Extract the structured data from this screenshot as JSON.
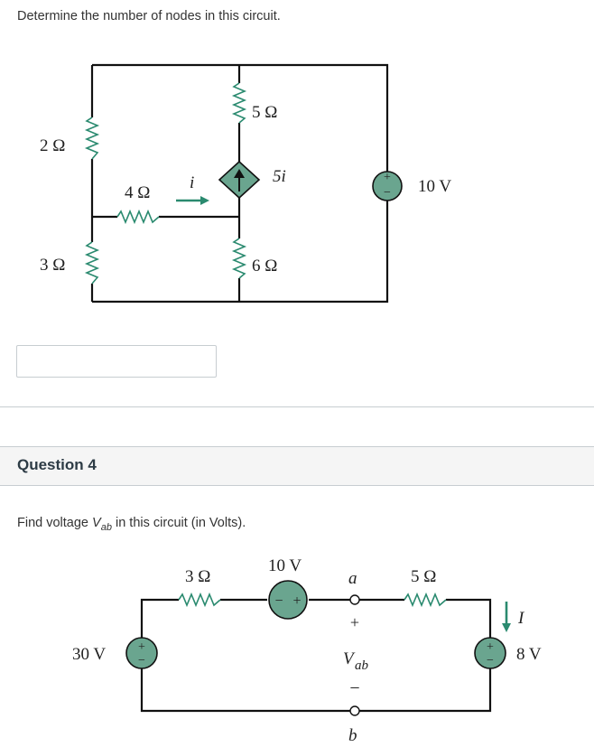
{
  "question3": {
    "prompt": "Determine the number of nodes in this circuit.",
    "answer_value": "",
    "circuit": {
      "r1": "2 Ω",
      "r2": "3 Ω",
      "r3": "4 Ω",
      "r4": "5 Ω",
      "r5": "6 Ω",
      "dep_source": "5i",
      "current_label": "i",
      "vsource": "10 V",
      "plus": "+",
      "minus": "−"
    }
  },
  "question4": {
    "title": "Question 4",
    "prompt_pre": "Find voltage ",
    "prompt_var": "V",
    "prompt_sub": "ab",
    "prompt_post": " in this circuit (in Volts).",
    "circuit": {
      "r1": "3 Ω",
      "v1": "10 V",
      "node_a": "a",
      "r2": "5 Ω",
      "current_label": "I",
      "v_left": "30 V",
      "v_right": "8 V",
      "vab_var": "V",
      "vab_sub": "ab",
      "node_b": "b",
      "plus": "+",
      "minus": "−"
    }
  },
  "colors": {
    "source_fill": "#6aa58f",
    "wire": "#111111",
    "arrow": "#2a8a6f"
  }
}
